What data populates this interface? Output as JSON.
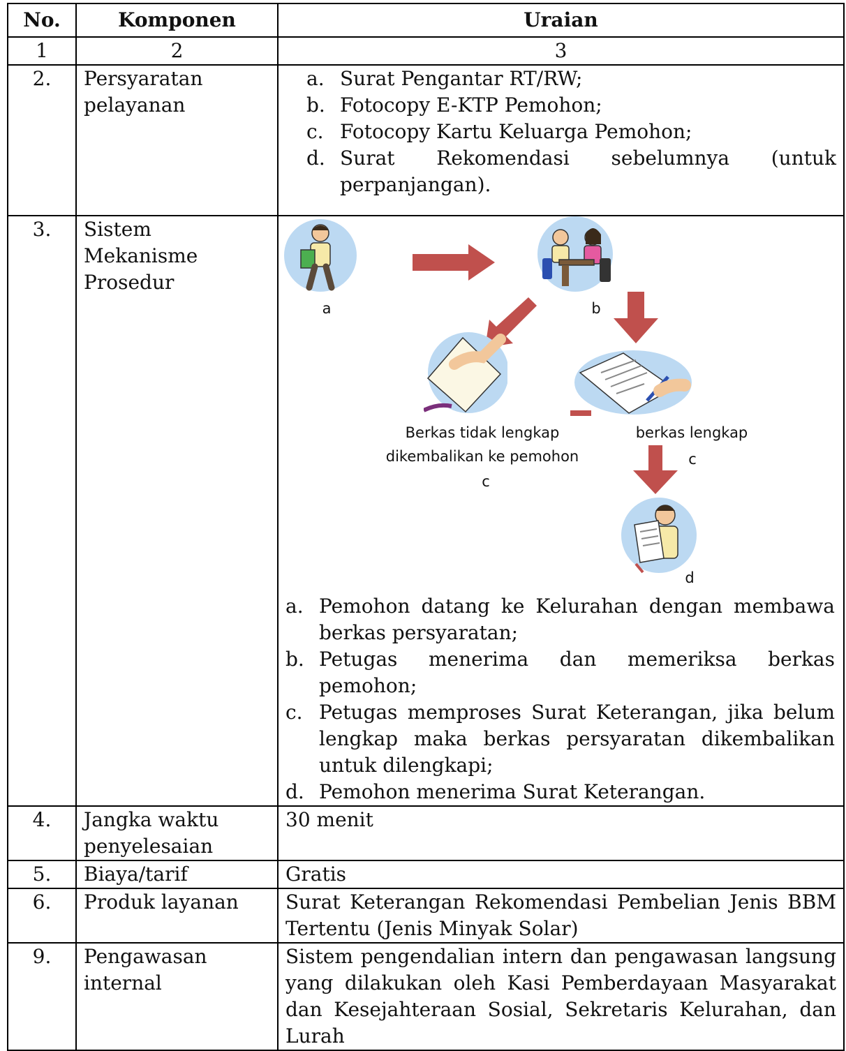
{
  "header": {
    "no": "No.",
    "komponen": "Komponen",
    "uraian": "Uraian"
  },
  "index_row": {
    "c1": "1",
    "c2": "2",
    "c3": "3"
  },
  "rows": [
    {
      "no": "2.",
      "komponen": "Persyaratan pelayanan",
      "items": [
        {
          "m": "a.",
          "t": "Surat Pengantar RT/RW;"
        },
        {
          "m": "b.",
          "t": "Fotocopy E-KTP Pemohon;"
        },
        {
          "m": "c.",
          "t": "Fotocopy Kartu Keluarga Pemohon;"
        },
        {
          "m": "d.",
          "t": "Surat Rekomendasi sebelumnya (untuk perpanjangan)."
        }
      ]
    },
    {
      "no": "3.",
      "komponen": "Sistem Mekanisme Prosedur",
      "flow": {
        "label_a": "a",
        "label_b": "b",
        "label_incomplete_1": "Berkas tidak lengkap",
        "label_incomplete_2": "dikembalikan ke pemohon",
        "label_incomplete_c": "c",
        "label_complete": "berkas lengkap",
        "label_complete_c": "c",
        "label_d": "d"
      },
      "items": [
        {
          "m": "a.",
          "t": "Pemohon datang ke Kelurahan dengan membawa berkas persyaratan;"
        },
        {
          "m": "b.",
          "t": "Petugas menerima dan memeriksa berkas pemohon;"
        },
        {
          "m": "c.",
          "t": "Petugas memproses Surat Keterangan, jika belum lengkap maka berkas persyaratan dikembalikan untuk dilengkapi;"
        },
        {
          "m": "d.",
          "t": "Pemohon menerima Surat Keterangan."
        }
      ]
    },
    {
      "no": "4.",
      "komponen": "Jangka waktu penyelesaian",
      "uraian": "30 menit"
    },
    {
      "no": "5.",
      "komponen": "Biaya/tarif",
      "uraian": "Gratis"
    },
    {
      "no": "6.",
      "komponen": "Produk layanan",
      "uraian": "Surat Keterangan Rekomendasi Pembelian Jenis BBM Tertentu (Jenis Minyak Solar)"
    },
    {
      "no": "9.",
      "komponen": "Pengawasan internal",
      "uraian": "Sistem pengendalian intern dan pengawasan langsung yang dilakukan oleh Kasi Pemberdayaan Masyarakat dan Kesejahteraan Sosial, Sekretaris Kelurahan, dan Lurah"
    }
  ],
  "colors": {
    "arrow": "#c0504d",
    "bubble": "#bcd9f2",
    "border": "#000000"
  }
}
